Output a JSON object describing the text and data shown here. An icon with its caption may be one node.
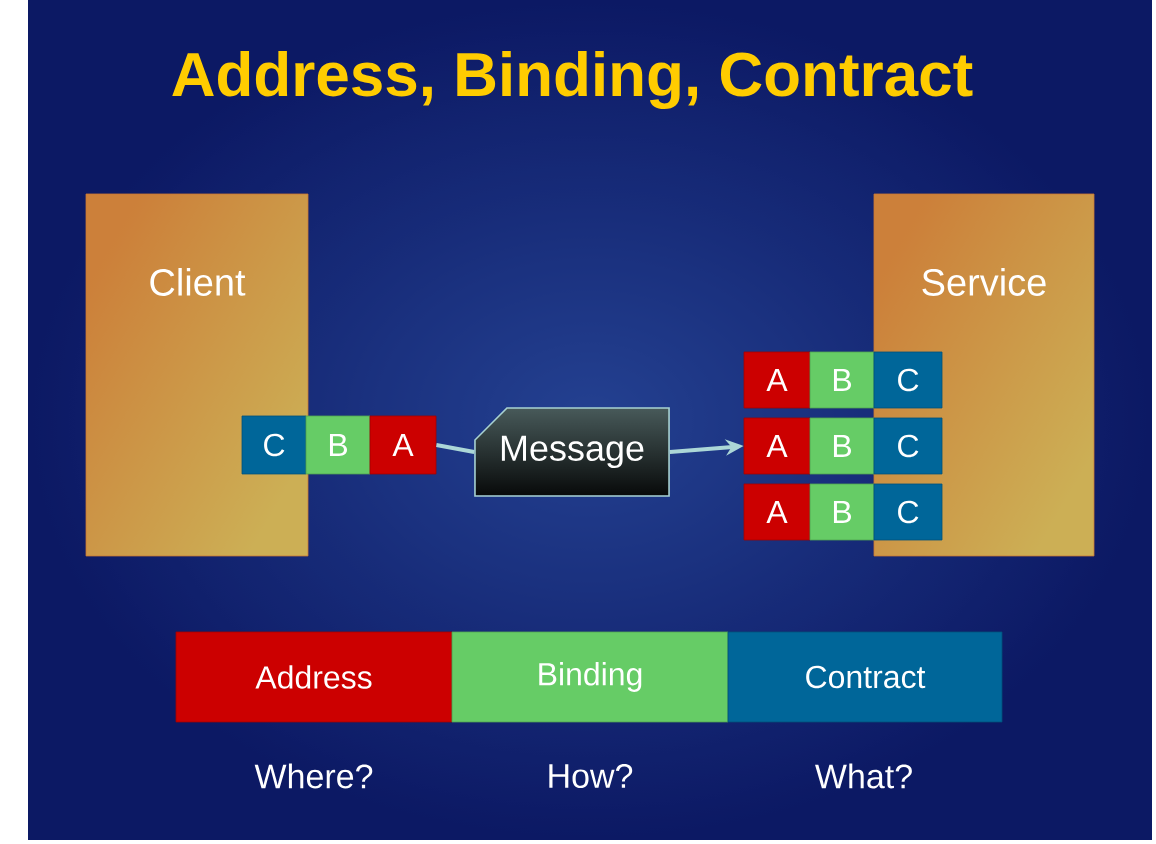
{
  "diagram": {
    "title": "Address, Binding, Contract",
    "nodes": [
      {
        "text": [
          "Client"
        ]
      },
      {
        "text": [
          "Service"
        ]
      },
      {
        "text": [
          "C"
        ],
        "in": 0
      },
      {
        "text": [
          "B"
        ]
      },
      {
        "text": [
          "A"
        ]
      },
      {
        "text": [
          "Message"
        ]
      },
      {
        "text": [
          "A"
        ]
      },
      {
        "text": [
          "B"
        ]
      },
      {
        "text": [
          "C"
        ],
        "in": 1
      },
      {
        "text": [
          "A"
        ]
      },
      {
        "text": [
          "B"
        ]
      },
      {
        "text": [
          "C"
        ],
        "in": 1
      },
      {
        "text": [
          "A"
        ]
      },
      {
        "text": [
          "B"
        ]
      },
      {
        "text": [
          "C"
        ],
        "in": 1
      },
      {
        "text": [
          "Address"
        ]
      },
      {
        "text": [
          "Binding"
        ]
      },
      {
        "text": [
          "Contract"
        ]
      }
    ],
    "edges": [
      {
        "from": 4,
        "to": 5,
        "arrow": "none"
      },
      {
        "from": 5,
        "to": 9,
        "arrow": "to"
      }
    ],
    "labels": [
      "Where?",
      "How?",
      "What?"
    ]
  }
}
